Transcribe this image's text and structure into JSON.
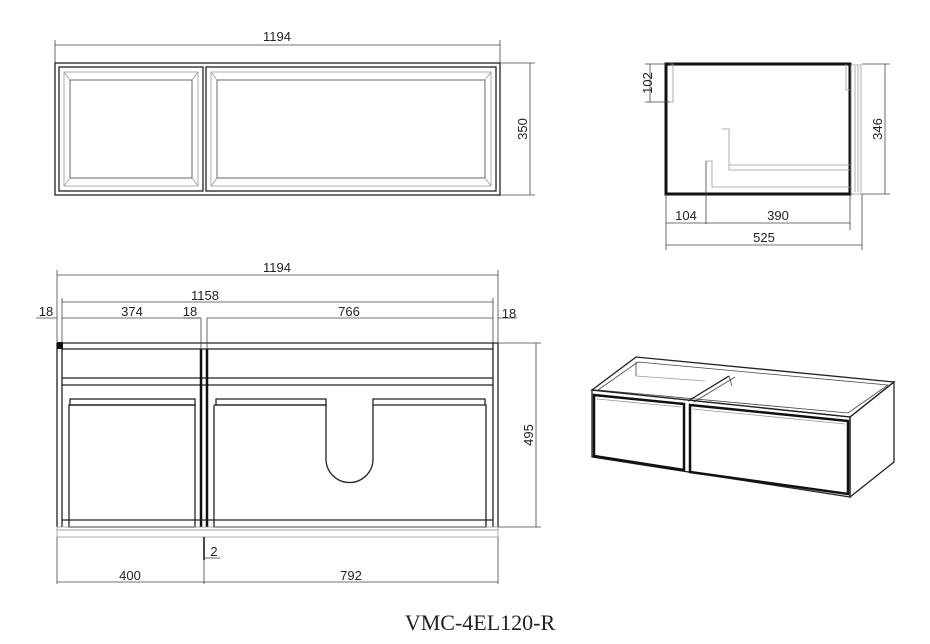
{
  "title": "VMC-4EL120-R",
  "top_view": {
    "width": "1194",
    "height": "350"
  },
  "side_view": {
    "top_offset": "102",
    "height": "346",
    "left_offset": "104",
    "inner_depth": "390",
    "depth": "525"
  },
  "front_view": {
    "overall_width": "1194",
    "inner_width": "1158",
    "left_panel": "18",
    "left_compartment": "374",
    "divider": "18",
    "right_compartment": "766",
    "right_panel": "18",
    "height": "495",
    "gap": "2",
    "left_drawer_width": "400",
    "right_drawer_width": "792"
  }
}
